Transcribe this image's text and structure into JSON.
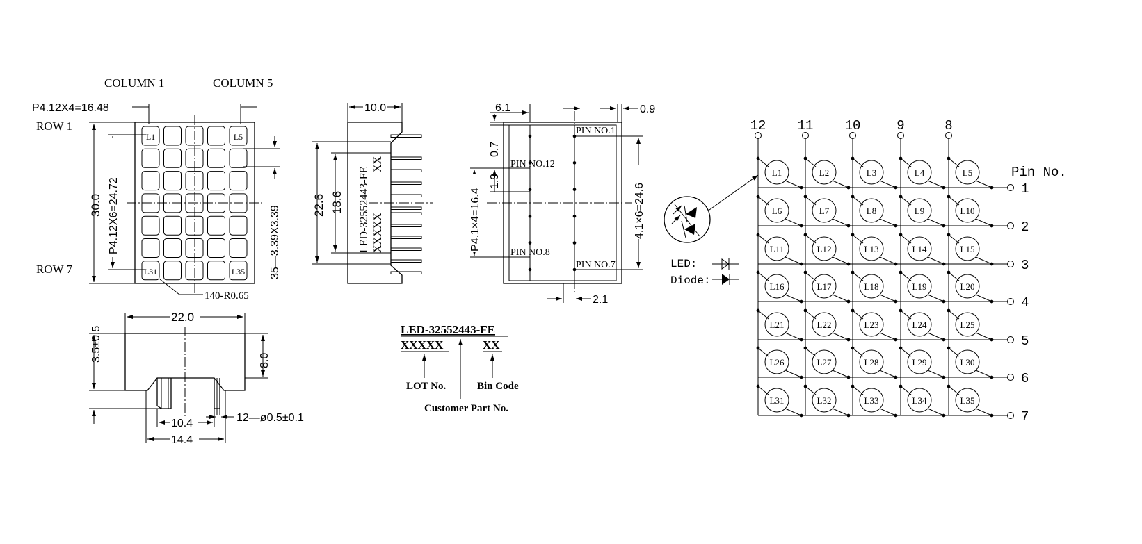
{
  "front": {
    "column_start": "COLUMN  1",
    "column_end": "COLUMN  5",
    "row_start": "ROW 1",
    "row_end": "ROW 7",
    "pitch_x": "P4.12X4=16.48",
    "pitch_y": "P4.12X6=24.72",
    "height": "30.0",
    "dot": "35—3.39X3.39",
    "radius": "140-R0.65",
    "corner_labels": [
      "L1",
      "L5",
      "L31",
      "L35"
    ]
  },
  "side": {
    "width": "10.0",
    "overall": "22.6",
    "inner": "18.6",
    "part_text": "LED-32552443-FE",
    "lot_text": "XXXXX",
    "bin_text": "XX"
  },
  "back": {
    "d1": "6.1",
    "d2": "0.9",
    "d3": "0.7",
    "d4": "1.9",
    "d5": "P4.1×4=16.4",
    "d6": "4.1×6=24.6",
    "d7": "2.1",
    "pins": [
      "PIN NO.1",
      "PIN NO.12",
      "PIN NO.8",
      "PIN NO.7"
    ]
  },
  "bottom": {
    "width": "22.0",
    "h1": "3.5±0.5",
    "h2": "8.0",
    "pitch": "10.4",
    "span": "14.4",
    "pin": "12—ø0.5±0.1"
  },
  "marking": {
    "part": "LED-32552443-FE",
    "lot": "XXXXX",
    "bin": "XX",
    "lot_label": "LOT No.",
    "bin_label": "Bin Code",
    "customer_label": "Customer Part No."
  },
  "schematic": {
    "columns": [
      "12",
      "11",
      "10",
      "9",
      "8"
    ],
    "pin_title": "Pin No.",
    "rows": [
      "1",
      "2",
      "3",
      "4",
      "5",
      "6",
      "7"
    ],
    "leds": [
      "L1",
      "L2",
      "L3",
      "L4",
      "L5",
      "L6",
      "L7",
      "L8",
      "L9",
      "L10",
      "L11",
      "L12",
      "L13",
      "L14",
      "L15",
      "L16",
      "L17",
      "L18",
      "L19",
      "L20",
      "L21",
      "L22",
      "L23",
      "L24",
      "L25",
      "L26",
      "L27",
      "L28",
      "L29",
      "L30",
      "L31",
      "L32",
      "L33",
      "L34",
      "L35"
    ],
    "legend_led": "LED:",
    "legend_diode": "Diode:"
  }
}
